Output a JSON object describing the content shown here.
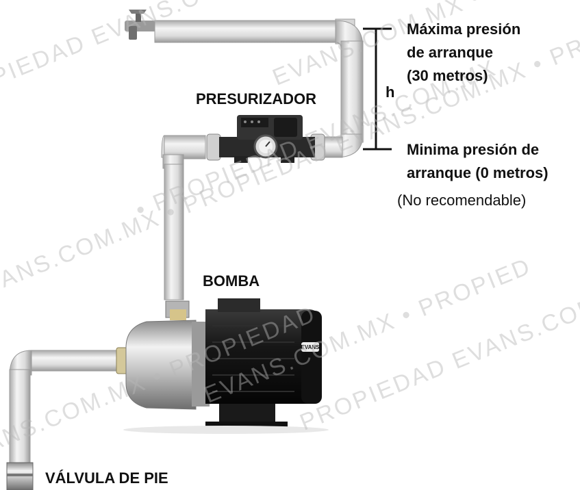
{
  "labels": {
    "presurizador": "PRESURIZADOR",
    "bomba": "BOMBA",
    "valvula": "VÁLVULA DE PIE",
    "h": "h",
    "max_line1": "Máxima presión",
    "max_line2": "de arranque",
    "max_line3": "(30 metros)",
    "min_line1": "Minima presión de",
    "min_line2": "arranque (0 metros)",
    "min_line3": "(No recomendable)"
  },
  "watermarks": [
    "PIEDAD EVANS.C",
    "EVANS.COM.MX • PROPIEDAD EVANS.COM.MX",
    "VANS.COM.MX • PROPIEDAD EVANS.COM.MX • PR",
    "• PROPIEDAD EVANS.COM.MX",
    "PROPIEDAD EVANS.COM.MX • PROPIEDAD",
    "EVANS.COM.MX • PROPIED",
    "VANS.COM.MX • PROPIEDAD"
  ],
  "motor_badge": "EVANS",
  "colors": {
    "pipe": "#e6e6e6",
    "pipe_edge": "#9a9a9a",
    "motor": "#1c1c1c",
    "steel": "#c9c9c9",
    "text": "#111111",
    "watermark": "#b8b8b8"
  }
}
